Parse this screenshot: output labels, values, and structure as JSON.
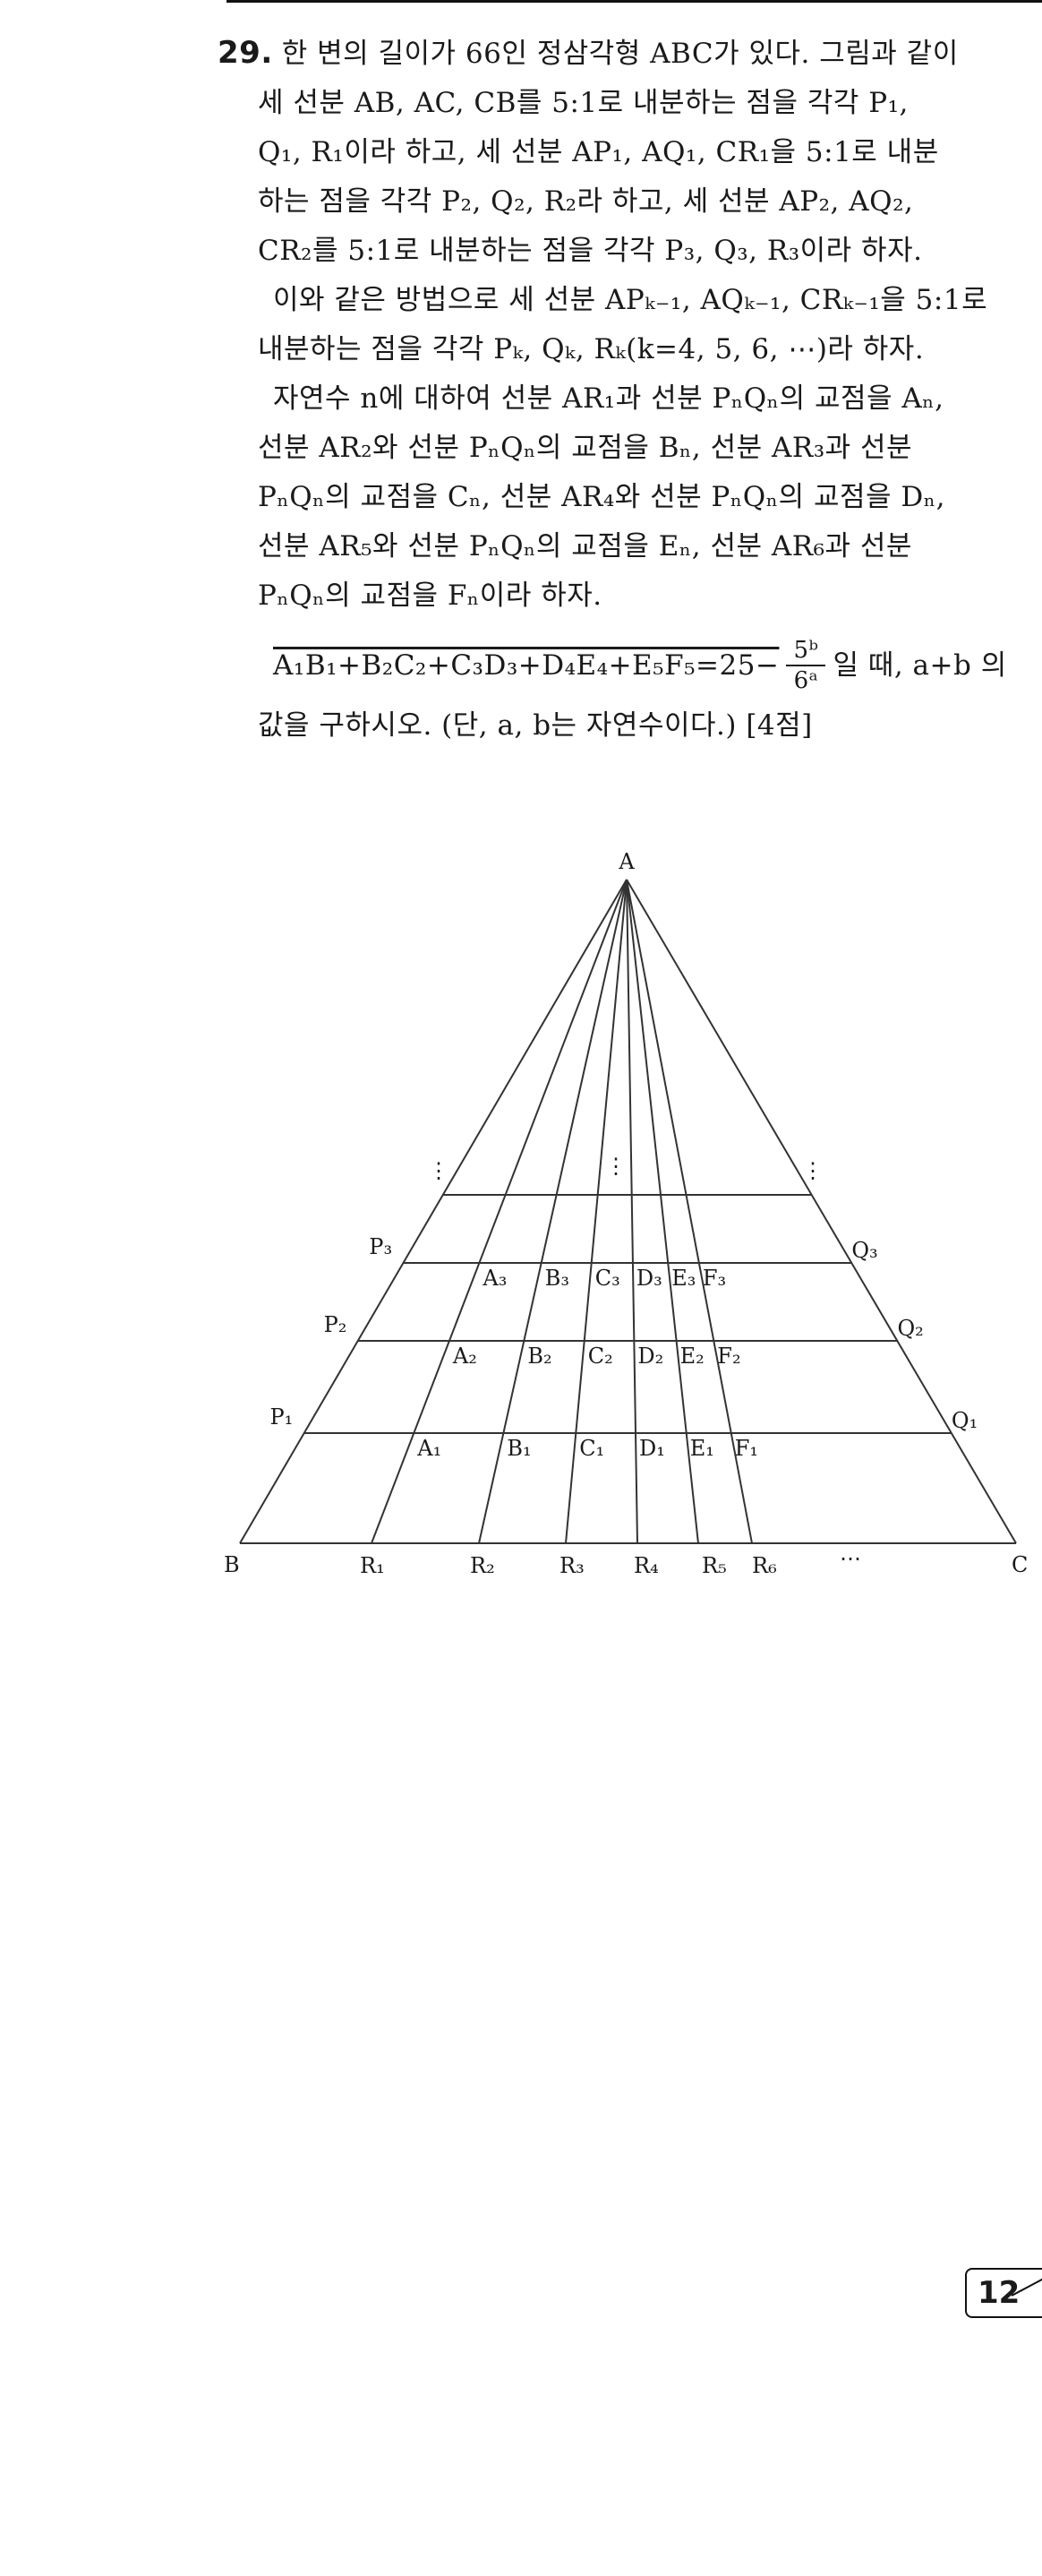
{
  "problem": {
    "number": "29.",
    "lines": [
      "한 변의 길이가 66인 정삼각형 ABC가 있다. 그림과 같이",
      "세 선분 AB, AC, CB를 5:1로 내분하는 점을 각각 P₁,",
      "Q₁, R₁이라 하고, 세 선분 AP₁, AQ₁, CR₁을 5:1로 내분",
      "하는 점을 각각 P₂, Q₂, R₂라 하고, 세 선분 AP₂, AQ₂,",
      "CR₂를 5:1로 내분하는 점을 각각 P₃, Q₃, R₃이라 하자.",
      "이와 같은 방법으로 세 선분 APₖ₋₁, AQₖ₋₁, CRₖ₋₁을 5:1로",
      "내분하는 점을 각각 Pₖ, Qₖ, Rₖ(k=4, 5, 6, ⋯)라 하자.",
      "자연수 n에 대하여 선분 AR₁과 선분 PₙQₙ의 교점을 Aₙ,",
      "선분 AR₂와 선분 PₙQₙ의 교점을 Bₙ, 선분 AR₃과 선분",
      "PₙQₙ의 교점을 Cₙ, 선분 AR₄와 선분 PₙQₙ의 교점을 Dₙ,",
      "선분 AR₅와 선분 PₙQₙ의 교점을 Eₙ, 선분 AR₆과 선분",
      "PₙQₙ의 교점을 Fₙ이라 하자."
    ],
    "formula_lhs": "A₁B₁+B₂C₂+C₃D₃+D₄E₄+E₅F₅=25−",
    "frac_num": "5ᵇ",
    "frac_den": "6ᵃ",
    "formula_tail": "일  때,  a+b 의",
    "last_line": "값을 구하시오. (단, a, b는 자연수이다.) [4점]"
  },
  "figure": {
    "apex": "A",
    "base_left": "B",
    "base_right": "C",
    "left_points": [
      "P₁",
      "P₂",
      "P₃"
    ],
    "right_points": [
      "Q₁",
      "Q₂",
      "Q₃"
    ],
    "base_points": [
      "R₁",
      "R₂",
      "R₃",
      "R₄",
      "R₅",
      "R₆"
    ],
    "row1": [
      "A₁",
      "B₁",
      "C₁",
      "D₁",
      "E₁",
      "F₁"
    ],
    "row2": [
      "A₂",
      "B₂",
      "C₂",
      "D₂",
      "E₂",
      "F₂"
    ],
    "row3": [
      "A₃",
      "B₃",
      "C₃",
      "D₃",
      "E₃",
      "F₃"
    ],
    "continuation": "⋯",
    "vertical_dots": "⋮"
  },
  "page_number": "12"
}
